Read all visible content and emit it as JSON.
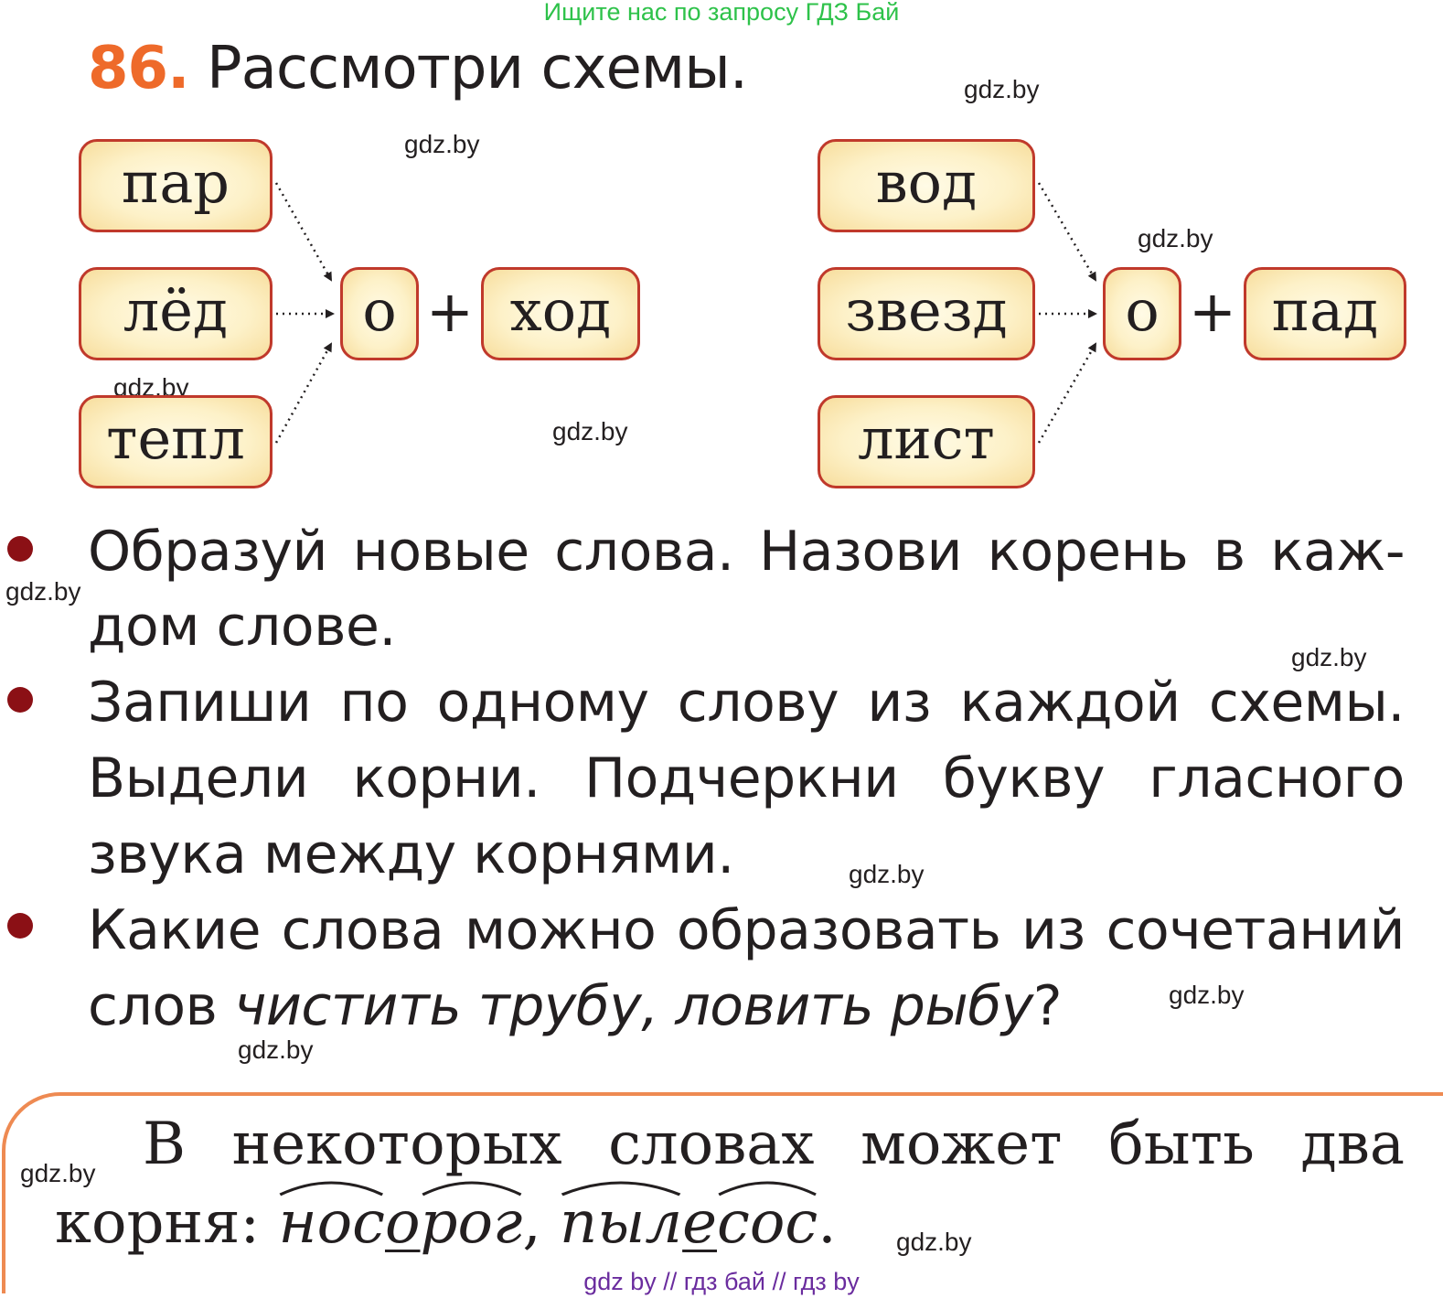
{
  "banner": "Ищите нас по запросу ГДЗ Бай",
  "task": {
    "number": "86.",
    "title": "Рассмотри схемы."
  },
  "watermark": "gdz.by",
  "scheme_left": {
    "roots": [
      "пар",
      "лёд",
      "тепл"
    ],
    "connector": "о",
    "plus": "+",
    "second": "ход"
  },
  "scheme_right": {
    "roots": [
      "вод",
      "звезд",
      "лист"
    ],
    "connector": "о",
    "plus": "+",
    "second": "пад"
  },
  "bullets": {
    "b1_line1": "Образуй новые слова. Назови корень в каж-",
    "b1_line2": "дом слове.",
    "b2_line1": "Запиши по одному слову из каждой схемы.",
    "b2_line2": "Выдели корни. Подчеркни букву гласного",
    "b2_line3": "звука между корнями.",
    "b3_line1": "Какие слова можно образовать из сочетаний",
    "b3_line2_start": "слов ",
    "b3_line2_italic": "чистить трубу, ловить рыбу",
    "b3_line2_end": "?"
  },
  "rule": {
    "line1": "В некоторых словах может быть два",
    "line2_start": "корня: ",
    "w1_root1": "нос",
    "w1_vowel": "о",
    "w1_root2": "рог",
    "comma": ", ",
    "w2_root1": "пыл",
    "w2_vowel": "е",
    "w2_root2": "сос",
    "period": "."
  },
  "footer": "gdz by  //  гдз бай  //  гдз by"
}
